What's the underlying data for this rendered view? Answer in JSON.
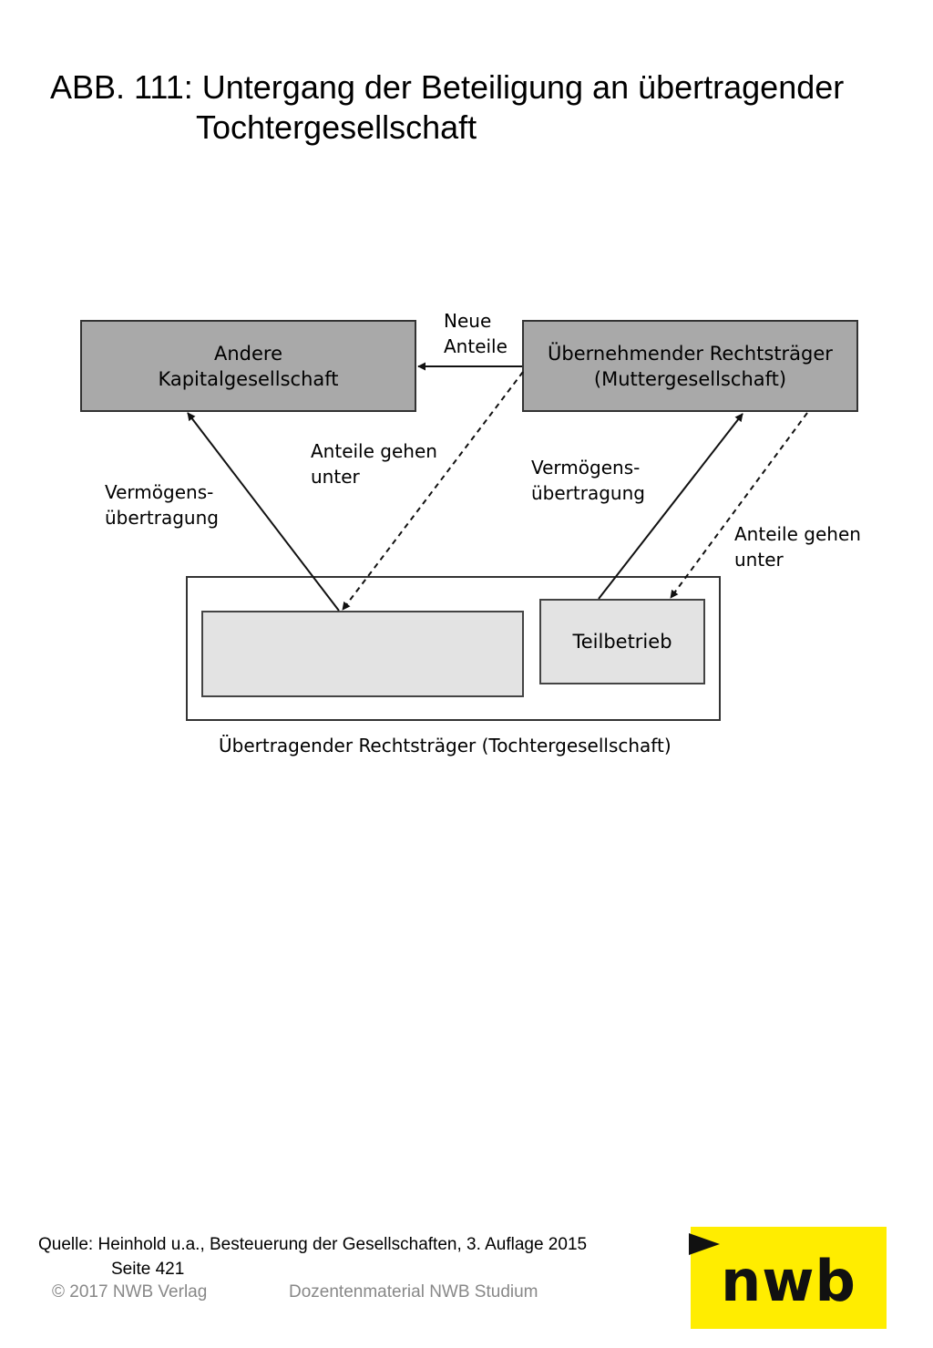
{
  "title": {
    "line1": "ABB. 111: Untergang der Beteiligung an übertragender",
    "line2": "Tochtergesellschaft"
  },
  "diagram": {
    "box_other": {
      "line1": "Andere",
      "line2": "Kapitalgesellschaft"
    },
    "box_parent": {
      "line1": "Übernehmender Rechtsträger",
      "line2": "(Muttergesellschaft)"
    },
    "box_division": "Teilbetrieb",
    "container_label": "Übertragender Rechtsträger (Tochtergesellschaft)",
    "label_new_shares": {
      "line1": "Neue",
      "line2": "Anteile"
    },
    "label_shares_lost_left": {
      "line1": "Anteile gehen",
      "line2": "unter"
    },
    "label_transfer_left": {
      "line1": "Vermögens-",
      "line2": "übertragung"
    },
    "label_transfer_right": {
      "line1": "Vermögens-",
      "line2": "übertragung"
    },
    "label_shares_lost_right": {
      "line1": "Anteile gehen",
      "line2": "unter"
    }
  },
  "source": {
    "line1": "Quelle: Heinhold u.a., Besteuerung der Gesellschaften, 3. Auflage 2015",
    "line2": "Seite 421"
  },
  "footer": {
    "copyright": "© 2017 NWB Verlag",
    "material": "Dozentenmaterial NWB Studium"
  },
  "logo": {
    "text": "nwb",
    "color": "#ffed00"
  },
  "colors": {
    "box_dark": "#a9a9a9",
    "box_light": "#e3e3e3"
  }
}
